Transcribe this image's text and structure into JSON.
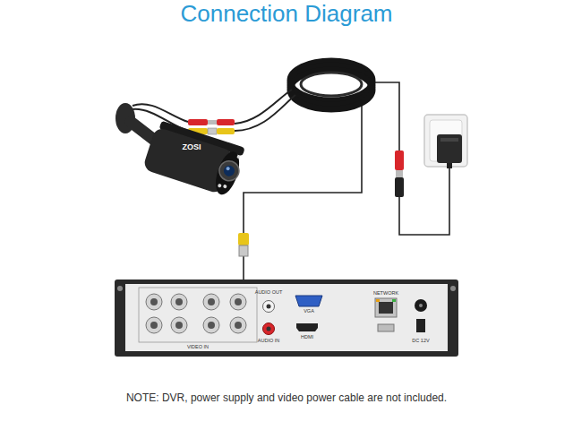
{
  "diagram": {
    "title": "Connection Diagram",
    "labels": [
      "ZOSI",
      "AUDIO OUT",
      "VGA",
      "HDMI",
      "NETWORK",
      "DC 12V",
      "AUDIO IN",
      "VIDEO IN",
      "NOTE: DVR, power supply and video power cable are not included."
    ]
  }
}
